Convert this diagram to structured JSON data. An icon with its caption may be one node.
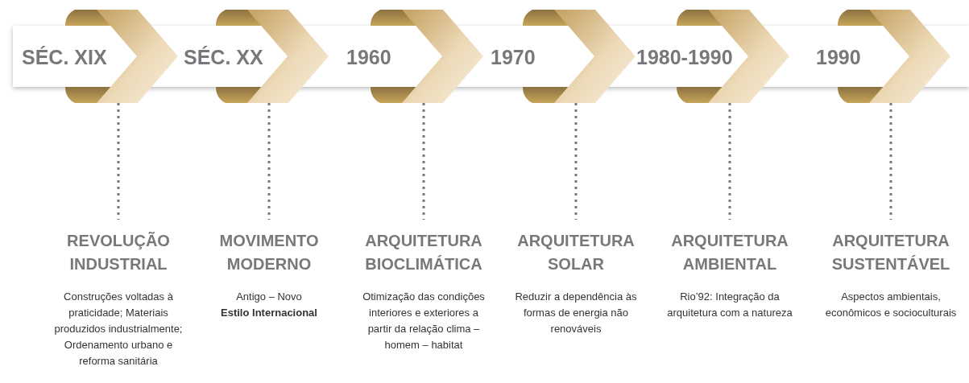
{
  "diagram": {
    "nodes": [
      {
        "text": [
          "SÉC. XIX"
        ]
      },
      {
        "text": [
          "SÉC. XX"
        ]
      },
      {
        "text": [
          "1960"
        ]
      },
      {
        "text": [
          "1970"
        ]
      },
      {
        "text": [
          "1980-1990"
        ]
      },
      {
        "text": [
          "1990"
        ]
      },
      {
        "text": [
          "REVOLUÇÃO INDUSTRIAL",
          "Construções voltadas à praticidade; Materiais produzidos industrialmente; Ordenamento urbano e reforma sanitária"
        ]
      },
      {
        "text": [
          "MOVIMENTO MODERNO",
          "Antigo – Novo **Estilo Internacional**"
        ]
      },
      {
        "text": [
          "ARQUITETURA BIOCLIMÁTICA",
          "Otimização das condições interiores e exteriores a partir da relação clima – homem – habitat"
        ]
      },
      {
        "text": [
          "ARQUITETURA SOLAR",
          "Reduzir a dependência às formas de energia não renováveis"
        ]
      },
      {
        "text": [
          "ARQUITETURA AMBIENTAL",
          "Rio’92: Integração da arquitetura com a natureza"
        ]
      },
      {
        "text": [
          "ARQUITETURA SUSTENTÁVEL",
          "Aspectos ambientais, econômicos e socioculturais"
        ]
      }
    ],
    "edges": [
      {
        "from": 0,
        "to": 6,
        "arrow": "none",
        "style": "dashed"
      },
      {
        "from": 1,
        "to": 7,
        "arrow": "none",
        "style": "dashed"
      },
      {
        "from": 2,
        "to": 8,
        "arrow": "none",
        "style": "dashed"
      },
      {
        "from": 3,
        "to": 9,
        "arrow": "none",
        "style": "dashed"
      },
      {
        "from": 4,
        "to": 10,
        "arrow": "none",
        "style": "dashed"
      },
      {
        "from": 5,
        "to": 11,
        "arrow": "none",
        "style": "dashed"
      }
    ]
  }
}
